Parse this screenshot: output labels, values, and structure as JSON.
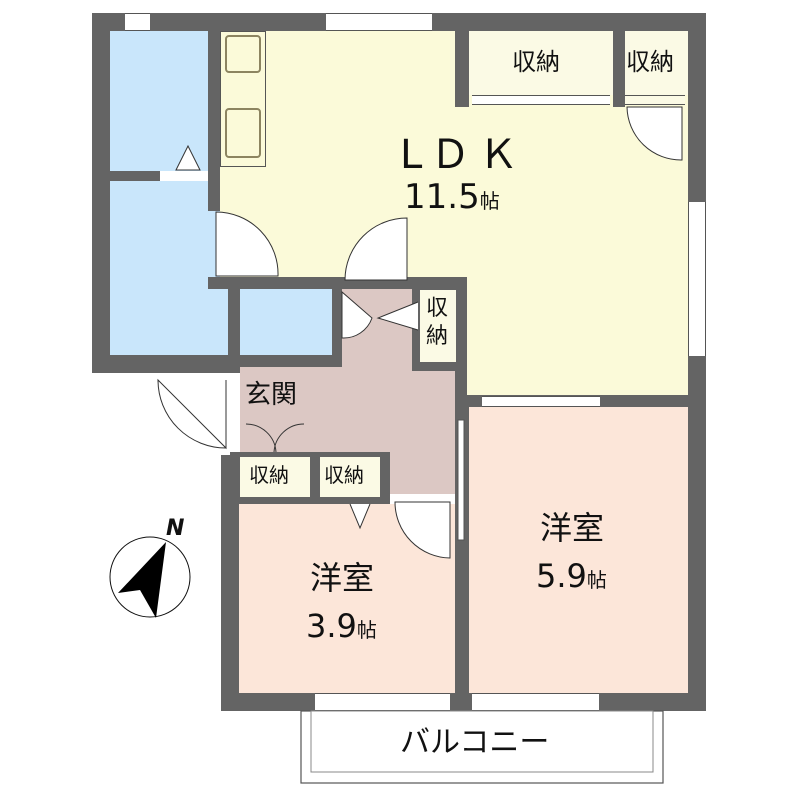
{
  "floorplan": {
    "rooms": {
      "ldk": {
        "name": "LＤＫ",
        "size_num": "11.5",
        "size_unit": "帖"
      },
      "western_large": {
        "name": "洋室",
        "size_num": "5.9",
        "size_unit": "帖"
      },
      "western_small": {
        "name": "洋室",
        "size_num": "3.9",
        "size_unit": "帖"
      },
      "entrance": {
        "name": "玄関"
      },
      "storage_top_1": {
        "name": "収納"
      },
      "storage_top_2": {
        "name": "収納"
      },
      "storage_hall": {
        "name_top": "収",
        "name_bottom": "納"
      },
      "storage_entry_1": {
        "name": "収納"
      },
      "storage_entry_2": {
        "name": "収納"
      },
      "balcony": {
        "name": "バルコニー"
      }
    },
    "compass": {
      "label": "N"
    },
    "colors": {
      "wall": "#646464",
      "wet_area": "#c9e6fb",
      "ldk": "#fbfad9",
      "storage": "#fbfae5",
      "entrance": "#dcc8c4",
      "western_room": "#fce6d9"
    }
  }
}
